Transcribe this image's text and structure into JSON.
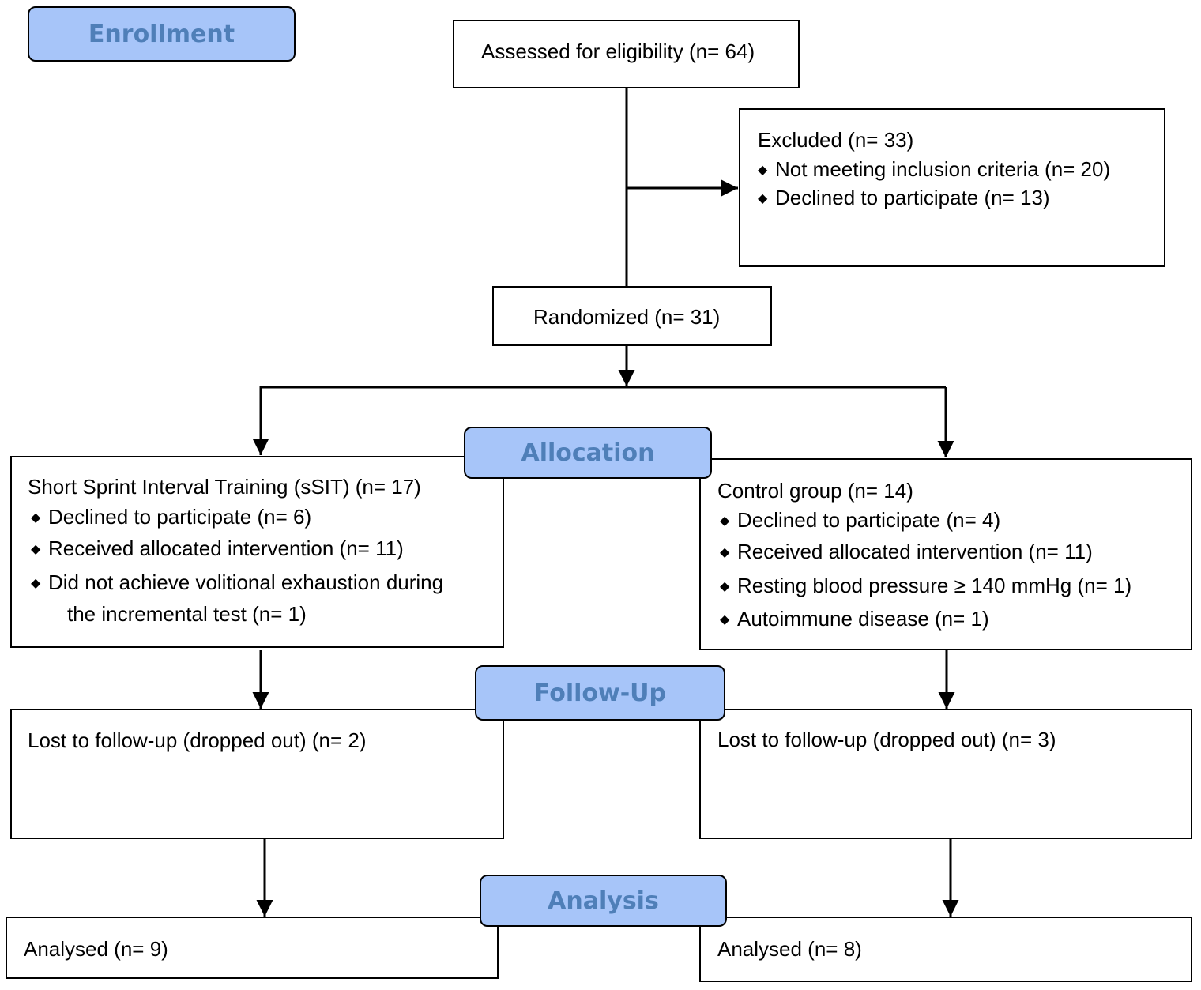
{
  "stages": {
    "enrollment": "Enrollment",
    "allocation": "Allocation",
    "follow_up": "Follow-Up",
    "analysis": "Analysis"
  },
  "assessed": "Assessed for eligibility (n= 64)",
  "excluded": {
    "title": "Excluded (n= 33)",
    "items": [
      "Not meeting inclusion criteria (n= 20)",
      "Declined to participate (n= 13)"
    ]
  },
  "randomized": "Randomized (n= 31)",
  "left_arm": {
    "title": "Short Sprint Interval Training (sSIT) (n= 17)",
    "items": [
      "Declined to participate (n= 6)",
      "Received allocated intervention (n= 11)",
      "Did not achieve volitional exhaustion during"
    ],
    "item_continuation": "the incremental test (n= 1)",
    "follow_up": "Lost to follow-up (dropped out) (n= 2)",
    "analysed": "Analysed (n= 9)"
  },
  "right_arm": {
    "title": "Control group (n= 14)",
    "items": [
      "Declined to participate (n= 4)",
      "Received allocated intervention (n= 11)",
      "Resting blood pressure ≥ 140 mmHg (n= 1)",
      "Autoimmune disease (n= 1)"
    ],
    "follow_up": "Lost to follow-up (dropped out) (n= 3)",
    "analysed": "Analysed (n= 8)"
  },
  "bullet_icon": "diamond-bullet-icon",
  "colors": {
    "stage_fill": "#a7c5f9",
    "stage_text": "#4f7fb8",
    "line": "#000000"
  }
}
